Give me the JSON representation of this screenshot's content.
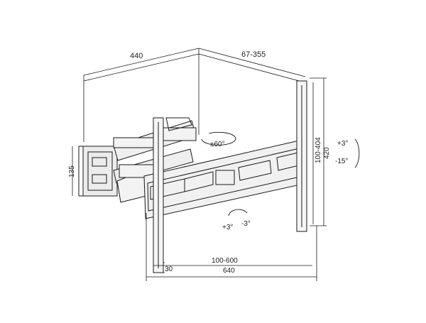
{
  "figure": {
    "ink": "#1a1a1a",
    "panel_fill": "#e3e3e3",
    "labels": {
      "depth_top": "440",
      "extension": "67-355",
      "swivel": "±60°",
      "height_left": "135",
      "vesa_v": "100-404",
      "total_h": "420",
      "tilt_up": "+3°",
      "tilt_down": "-15°",
      "rot_plus": "+3°",
      "rot_minus": "-3°",
      "offset": "30",
      "vesa_h": "100-600",
      "total_w": "640"
    }
  }
}
